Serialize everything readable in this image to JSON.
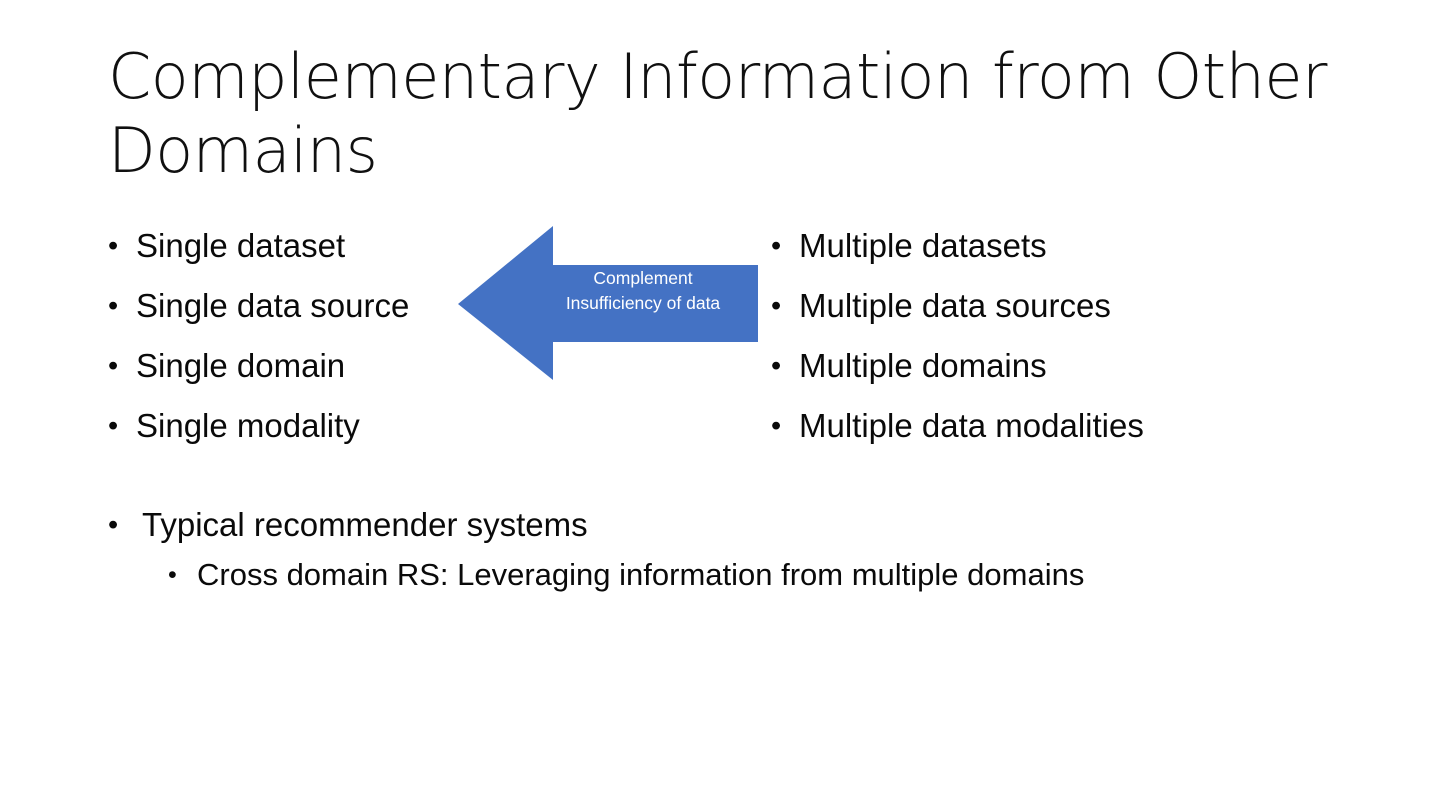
{
  "slide": {
    "title": "Complementary Information from Other Domains",
    "background_color": "#FFFFFF",
    "text_color": "#0A0A0A"
  },
  "left_column": {
    "bullet_glyph": "•",
    "items": [
      {
        "label": "Single dataset"
      },
      {
        "label": "Single data source"
      },
      {
        "label": "Single domain"
      },
      {
        "label": "Single modality"
      }
    ]
  },
  "right_column": {
    "bullet_glyph": "•",
    "items": [
      {
        "label": "Multiple datasets"
      },
      {
        "label": "Multiple data sources"
      },
      {
        "label": "Multiple domains"
      },
      {
        "label": "Multiple data modalities"
      }
    ]
  },
  "arrow": {
    "direction": "left",
    "fill_color": "#4472C4",
    "text_color": "#FFFFFF",
    "label_line_1": "Complement",
    "label_line_2": "Insufficiency of data"
  },
  "bottom_bullets": {
    "level1_glyph": "•",
    "level2_glyph": "•",
    "level1_label": "Typical recommender systems",
    "level2_label": "Cross domain RS: Leveraging information from multiple domains"
  }
}
